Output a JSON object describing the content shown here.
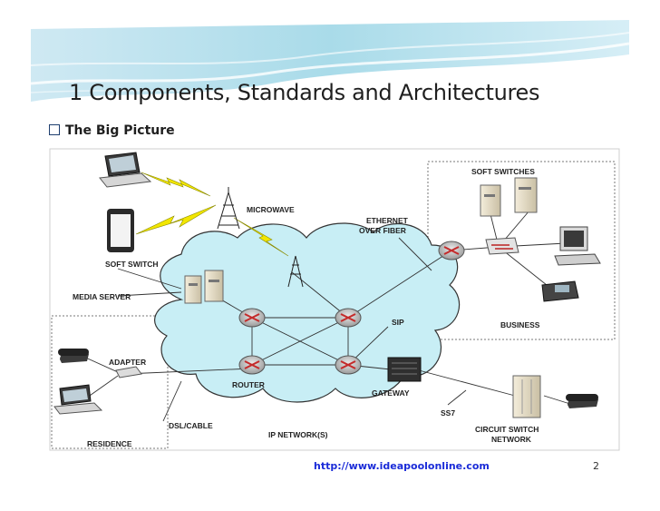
{
  "title": "1 Components, Standards and Architectures",
  "subtitle": "The Big Picture",
  "footer_url": "http://www.ideapoolonline.com",
  "page_number": "2",
  "labels": {
    "microwave": "MICROWAVE",
    "soft_switch": "SOFT SWITCH",
    "media_server": "MEDIA SERVER",
    "adapter": "ADAPTER",
    "router": "ROUTER",
    "dsl_cable": "DSL/CABLE",
    "ip_network": "IP NETWORK(S)",
    "residence": "RESIDENCE",
    "soft_switches": "SOFT SWITCHES",
    "ethernet_1": "ETHERNET",
    "ethernet_2": "OVER FIBER",
    "business": "BUSINESS",
    "sip": "SIP",
    "gateway": "GATEWAY",
    "ss7": "SS7",
    "circuit_1": "CIRCUIT SWITCH",
    "circuit_2": "NETWORK"
  },
  "colors": {
    "cloud": "#c8eef5",
    "router": "#c42a2a",
    "bolt": "#f2e600",
    "accent_url": "#1a2bd8"
  }
}
